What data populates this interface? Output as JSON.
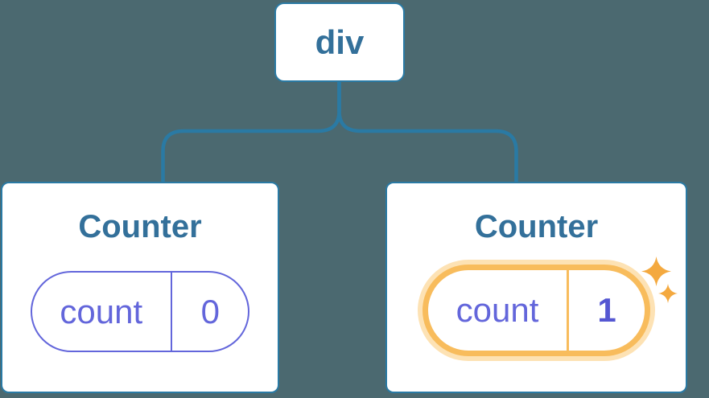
{
  "colors": {
    "background": "#4B6970",
    "line-blue": "#2A7AA4",
    "text-blue": "#33709A",
    "card-bg": "#FFFFFF",
    "card-border": "#2A7AA4",
    "purple": "#6366DB",
    "purple-bold": "#5557D2",
    "highlight-orange": "#F8BC5C",
    "highlight-ring": "#FDE2B4",
    "sparkle-orange": "#F4A93F"
  },
  "icons": {
    "sparkle": "four-point-star"
  },
  "tree": {
    "root": {
      "label": "div"
    },
    "children": [
      {
        "title": "Counter",
        "state": {
          "key": "count",
          "value": "0"
        },
        "highlighted": false
      },
      {
        "title": "Counter",
        "state": {
          "key": "count",
          "value": "1"
        },
        "highlighted": true
      }
    ]
  }
}
